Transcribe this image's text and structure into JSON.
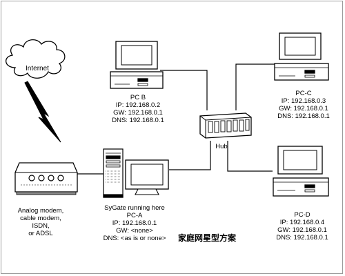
{
  "cloud": {
    "label": "Internet"
  },
  "modem": {
    "lines": [
      "Analog modem,",
      "cable modem,",
      "ISDN,",
      "or ADSL"
    ]
  },
  "pc_a": {
    "lines": [
      "SyGate running here",
      "PC-A",
      "IP: 192.168.0.1",
      "GW: <none>",
      "DNS: <as is or none>"
    ]
  },
  "pc_b": {
    "lines": [
      "PC B",
      "IP: 192.168.0.2",
      "GW: 192.168.0.1",
      "DNS: 192.168.0.1"
    ]
  },
  "pc_c": {
    "lines": [
      "PC-C",
      "IP: 192.168.0.3",
      "GW: 192.168.0.1",
      "DNS: 192.168.0.1"
    ]
  },
  "pc_d": {
    "lines": [
      "PC-D",
      "IP: 192.168.0.4",
      "GW: 192.168.0.1",
      "DNS: 192.168.0.1"
    ]
  },
  "hub": {
    "label": "Hub"
  },
  "caption": "家庭网星型方案",
  "colors": {
    "line": "#000000",
    "device": "#ffffff",
    "screen": "#ffffff"
  }
}
